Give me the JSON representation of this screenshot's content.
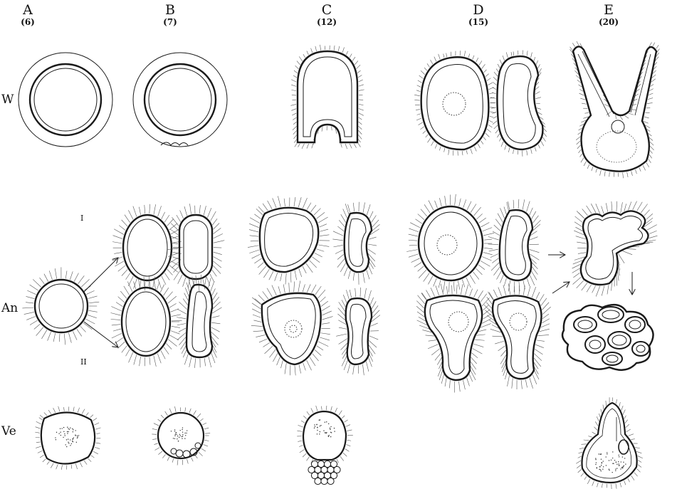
{
  "columns": [
    {
      "letter": "A",
      "stage": "(6)"
    },
    {
      "letter": "B",
      "stage": "(7)"
    },
    {
      "letter": "C",
      "stage": "(12)"
    },
    {
      "letter": "D",
      "stage": "(15)"
    },
    {
      "letter": "E",
      "stage": "(20)"
    }
  ],
  "rows": {
    "w": "W",
    "an": "An",
    "ve": "Ve"
  },
  "an_branches": {
    "upper": "I",
    "lower": "II"
  }
}
